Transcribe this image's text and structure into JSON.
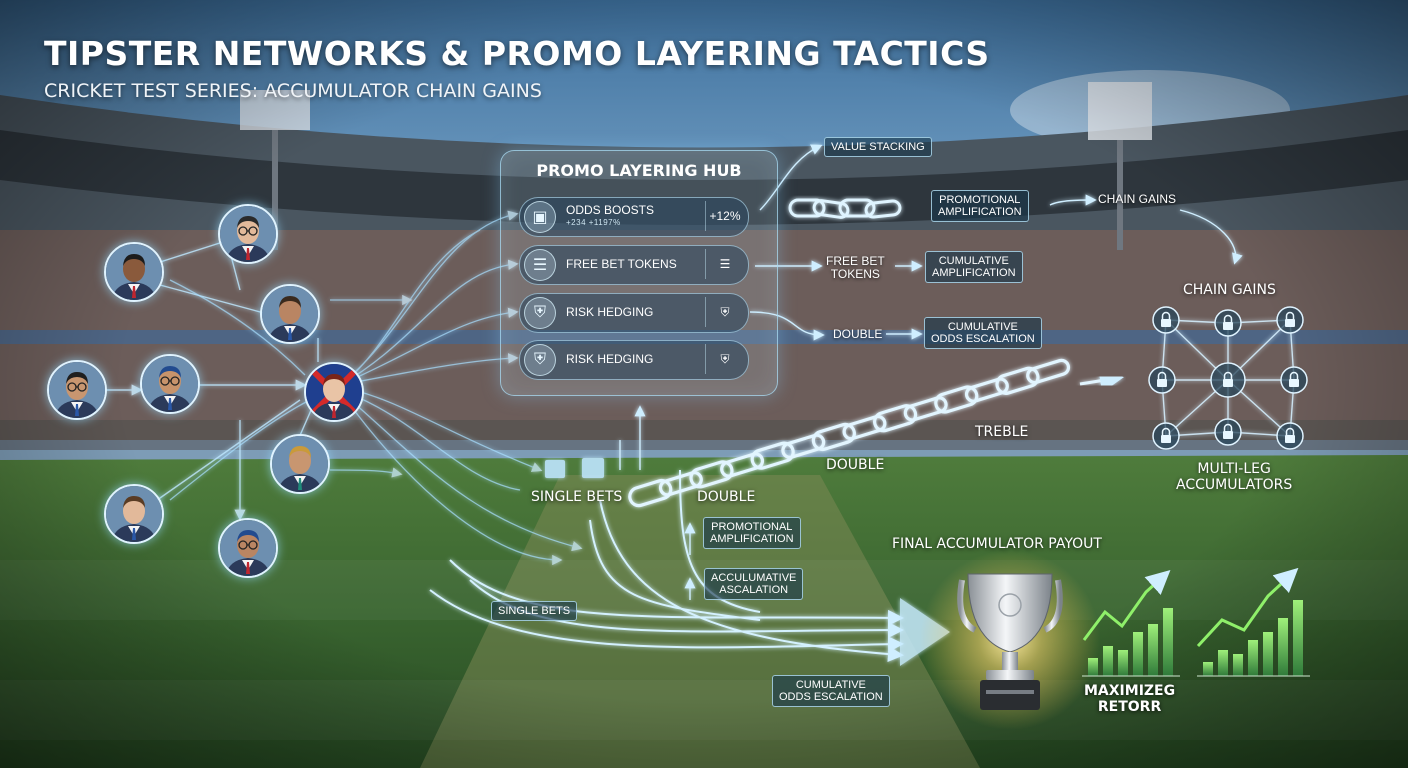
{
  "header": {
    "title": "TIPSTER NETWORKS & PROMO LAYERING TACTICS",
    "subtitle": "CRICKET TEST SERIES: ACCUMULATOR CHAIN GAINS"
  },
  "hub": {
    "title": "PROMO LAYERING HUB",
    "rows": [
      {
        "label": "ODDS BOOSTS",
        "sublabel": "+234 +1197%",
        "right": "+12%",
        "icon": "stack-icon"
      },
      {
        "label": "FREE BET TOKENS",
        "right": "",
        "icon": "tokens-icon"
      },
      {
        "label": "RISK HEDGING",
        "right": "",
        "icon": "shield-icon"
      },
      {
        "label": "RISK HEDGING",
        "right": "",
        "icon": "shield-icon"
      }
    ]
  },
  "flow_labels": {
    "value_stacking": "VALUE STACKING",
    "promotional_amplification_top": "PROMOTIONAL\nAMPLIFICATION",
    "chain_gains_arrow": "CHAIN GAINS",
    "free_bet_tokens": "FREE BET\nTOKENS",
    "cumulative_amplification": "CUMULATIVE\nAMPLIFICATION",
    "double_mid": "DOUBLE",
    "cumulative_odds_escalation_mid": "CUMULATIVE\nODDS ESCALATION",
    "treble": "TREBLE",
    "double_chain": "DOUBLE",
    "double_lower": "DOUBLE",
    "single_bets_main": "SINGLE BETS",
    "promotional_amplification_low": "PROMOTIONAL\nAMPLIFICATION",
    "acculumative_ascalation": "ACCULUMATIVE\nASCALATION",
    "single_bets_tag": "SINGLE BETS",
    "cumulative_odds_escalation_bottom": "CUMULATIVE\nODDS ESCALATION"
  },
  "network": {
    "title": "CHAIN GAINS",
    "caption": "MULTI-LEG\nACCUMULATORS"
  },
  "payout": {
    "title": "FINAL ACCUMULATOR PAYOUT",
    "caption": "MAXIMIZEG\nRETORR"
  },
  "colors": {
    "accent_glow": "#9fdcff",
    "growth_green": "#5fd36a",
    "trophy_silver": "#d9dde2",
    "pitch_green": "#3d6b33"
  },
  "icons": [
    "stack-icon",
    "tokens-icon",
    "shield-icon",
    "lock-icon",
    "trophy-icon",
    "bar-chart-icon",
    "chain-icon",
    "tipster-avatar"
  ]
}
